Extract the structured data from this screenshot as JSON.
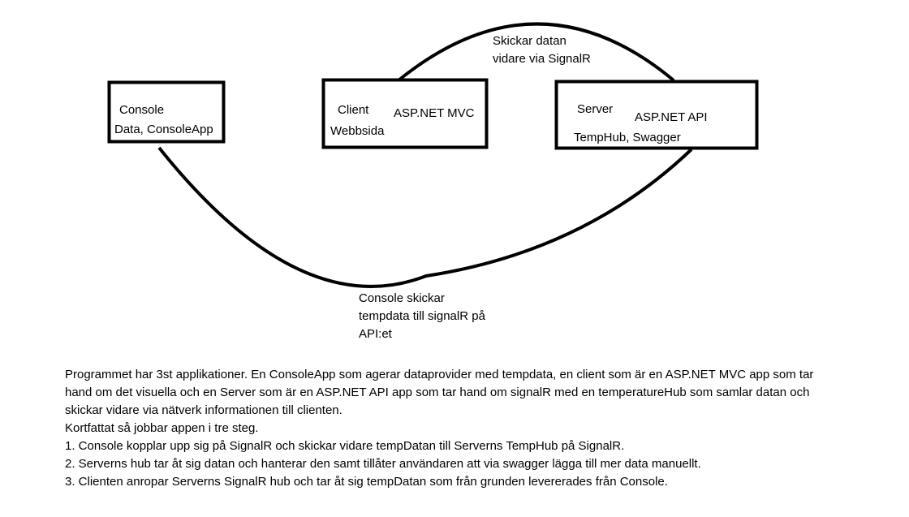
{
  "nodes": {
    "console": {
      "title": "Console",
      "subtitle": "Data, ConsoleApp"
    },
    "client": {
      "title": "Client",
      "tech": "ASP.NET MVC",
      "subtitle": "Webbsida"
    },
    "server": {
      "title": "Server",
      "tech": "ASP.NET API",
      "subtitle": "TempHub, Swagger"
    }
  },
  "edges": {
    "server_to_client": "Skickar datan\nvidare via SignalR",
    "console_to_server": "Console skickar\ntempdata till signalR på\nAPI:et"
  },
  "description": {
    "intro_lines": [
      "Programmet har 3st applikationer. En ConsoleApp som agerar dataprovider med tempdata, en client som är en ASP.NET MVC app som tar",
      "hand om det visuella och en Server som är en ASP.NET API app som tar hand om signalR med en temperatureHub som samlar datan och",
      "skickar vidare via nätverk informationen till clienten."
    ],
    "summary": "Kortfattat så jobbar appen i tre steg.",
    "steps": [
      "1. Console kopplar upp sig på SignalR och skickar vidare tempDatan till Serverns TempHub på SignalR.",
      "2. Serverns hub tar åt sig datan och hanterar den samt tillåter användaren att via swagger lägga till mer data manuellt.",
      "3. Clienten anropar Serverns SignalR hub och tar åt sig tempDatan som från grunden levererades från Console."
    ]
  }
}
